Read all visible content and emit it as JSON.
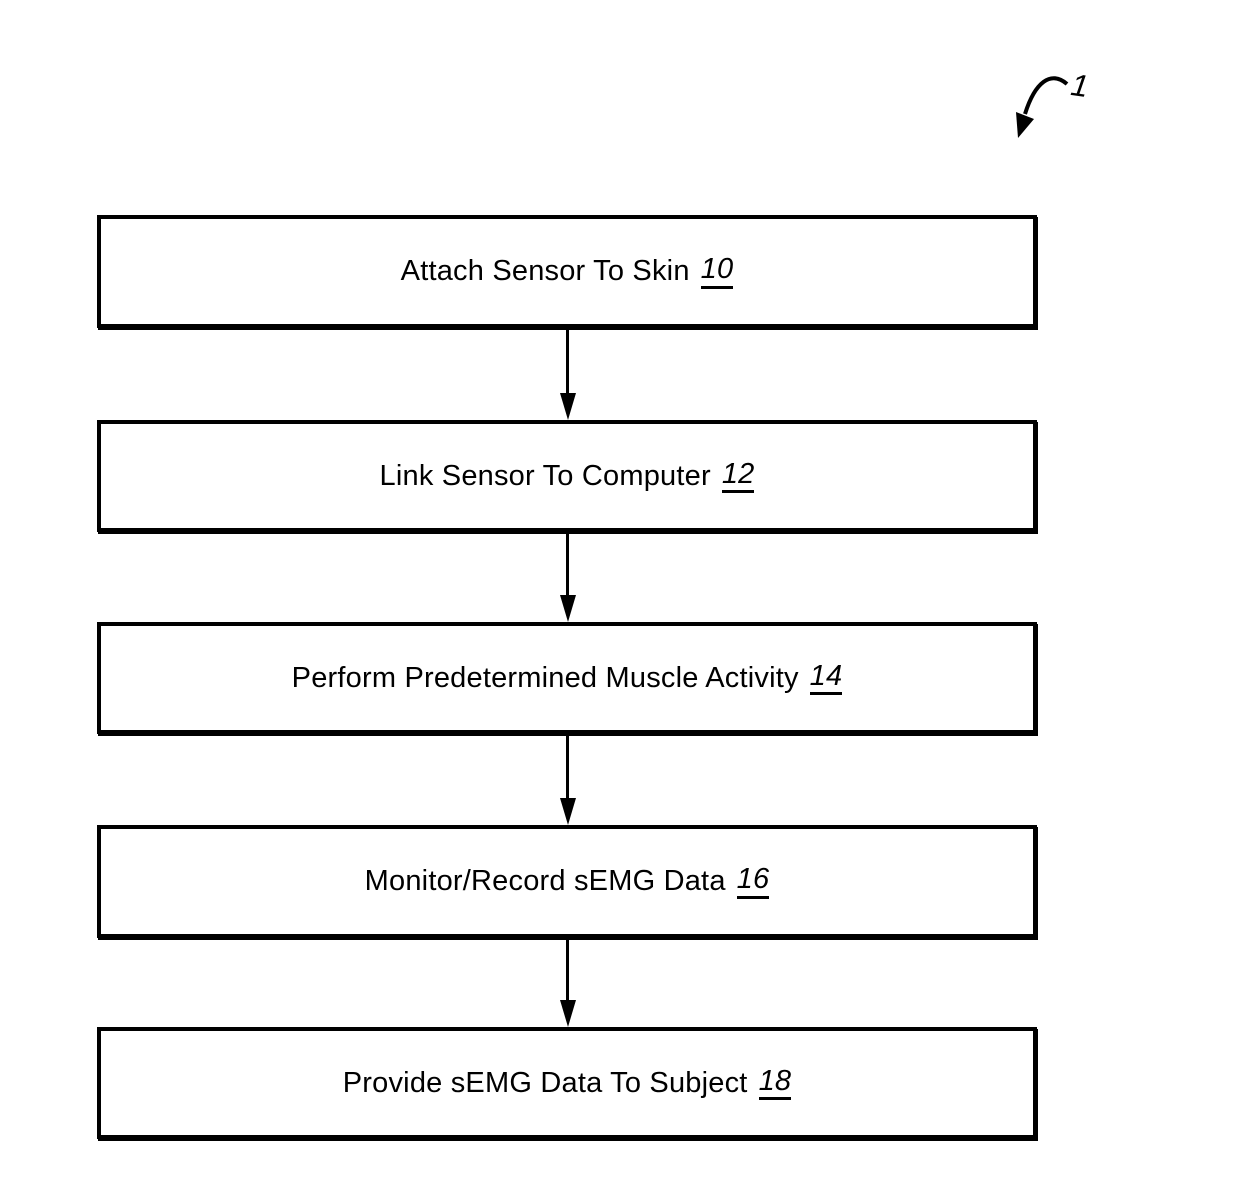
{
  "figure": {
    "reference_label": "1"
  },
  "flowchart": {
    "steps": [
      {
        "label": "Attach Sensor To Skin",
        "ref": "10"
      },
      {
        "label": "Link Sensor To Computer",
        "ref": "12"
      },
      {
        "label": "Perform Predetermined Muscle Activity",
        "ref": "14"
      },
      {
        "label": "Monitor/Record sEMG Data",
        "ref": "16"
      },
      {
        "label": "Provide sEMG Data To Subject",
        "ref": "18"
      }
    ]
  },
  "colors": {
    "line": "#000000",
    "background": "#ffffff"
  }
}
